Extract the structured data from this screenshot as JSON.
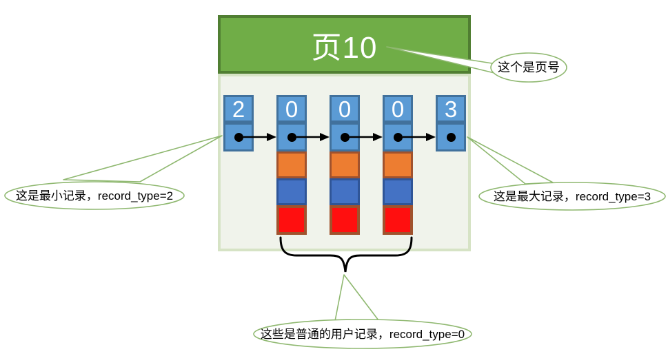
{
  "diagram": {
    "page_header": {
      "label": "页10"
    },
    "records": [
      {
        "record_type": "2",
        "role": "min"
      },
      {
        "record_type": "0",
        "role": "user"
      },
      {
        "record_type": "0",
        "role": "user"
      },
      {
        "record_type": "0",
        "role": "user"
      },
      {
        "record_type": "3",
        "role": "max"
      }
    ]
  },
  "callouts": {
    "page_number": {
      "text": "这个是页号"
    },
    "min_record": {
      "text": "这是最小记录，record_type=2"
    },
    "max_record": {
      "text": "这是最大记录，record_type=3"
    },
    "user_records": {
      "text": "这些是普通的用户记录，record_type=0"
    }
  },
  "colors": {
    "header_green": "#70ad47",
    "header_green_border": "#507e32",
    "body_bg": "#f0f3eb",
    "body_border": "#d6e3c5",
    "cell_blue": "#5b9bd5",
    "cell_blue_border": "#41719c",
    "cell_orange": "#ed7d31",
    "cell_orange_border": "#a0522d",
    "cell_darkblue": "#4472c4",
    "cell_darkblue_border": "#2f5597",
    "cell_red": "#ff0f0f",
    "cell_red_border": "#a0522d",
    "callout_green": "#8fb870",
    "ink": "#000000"
  }
}
